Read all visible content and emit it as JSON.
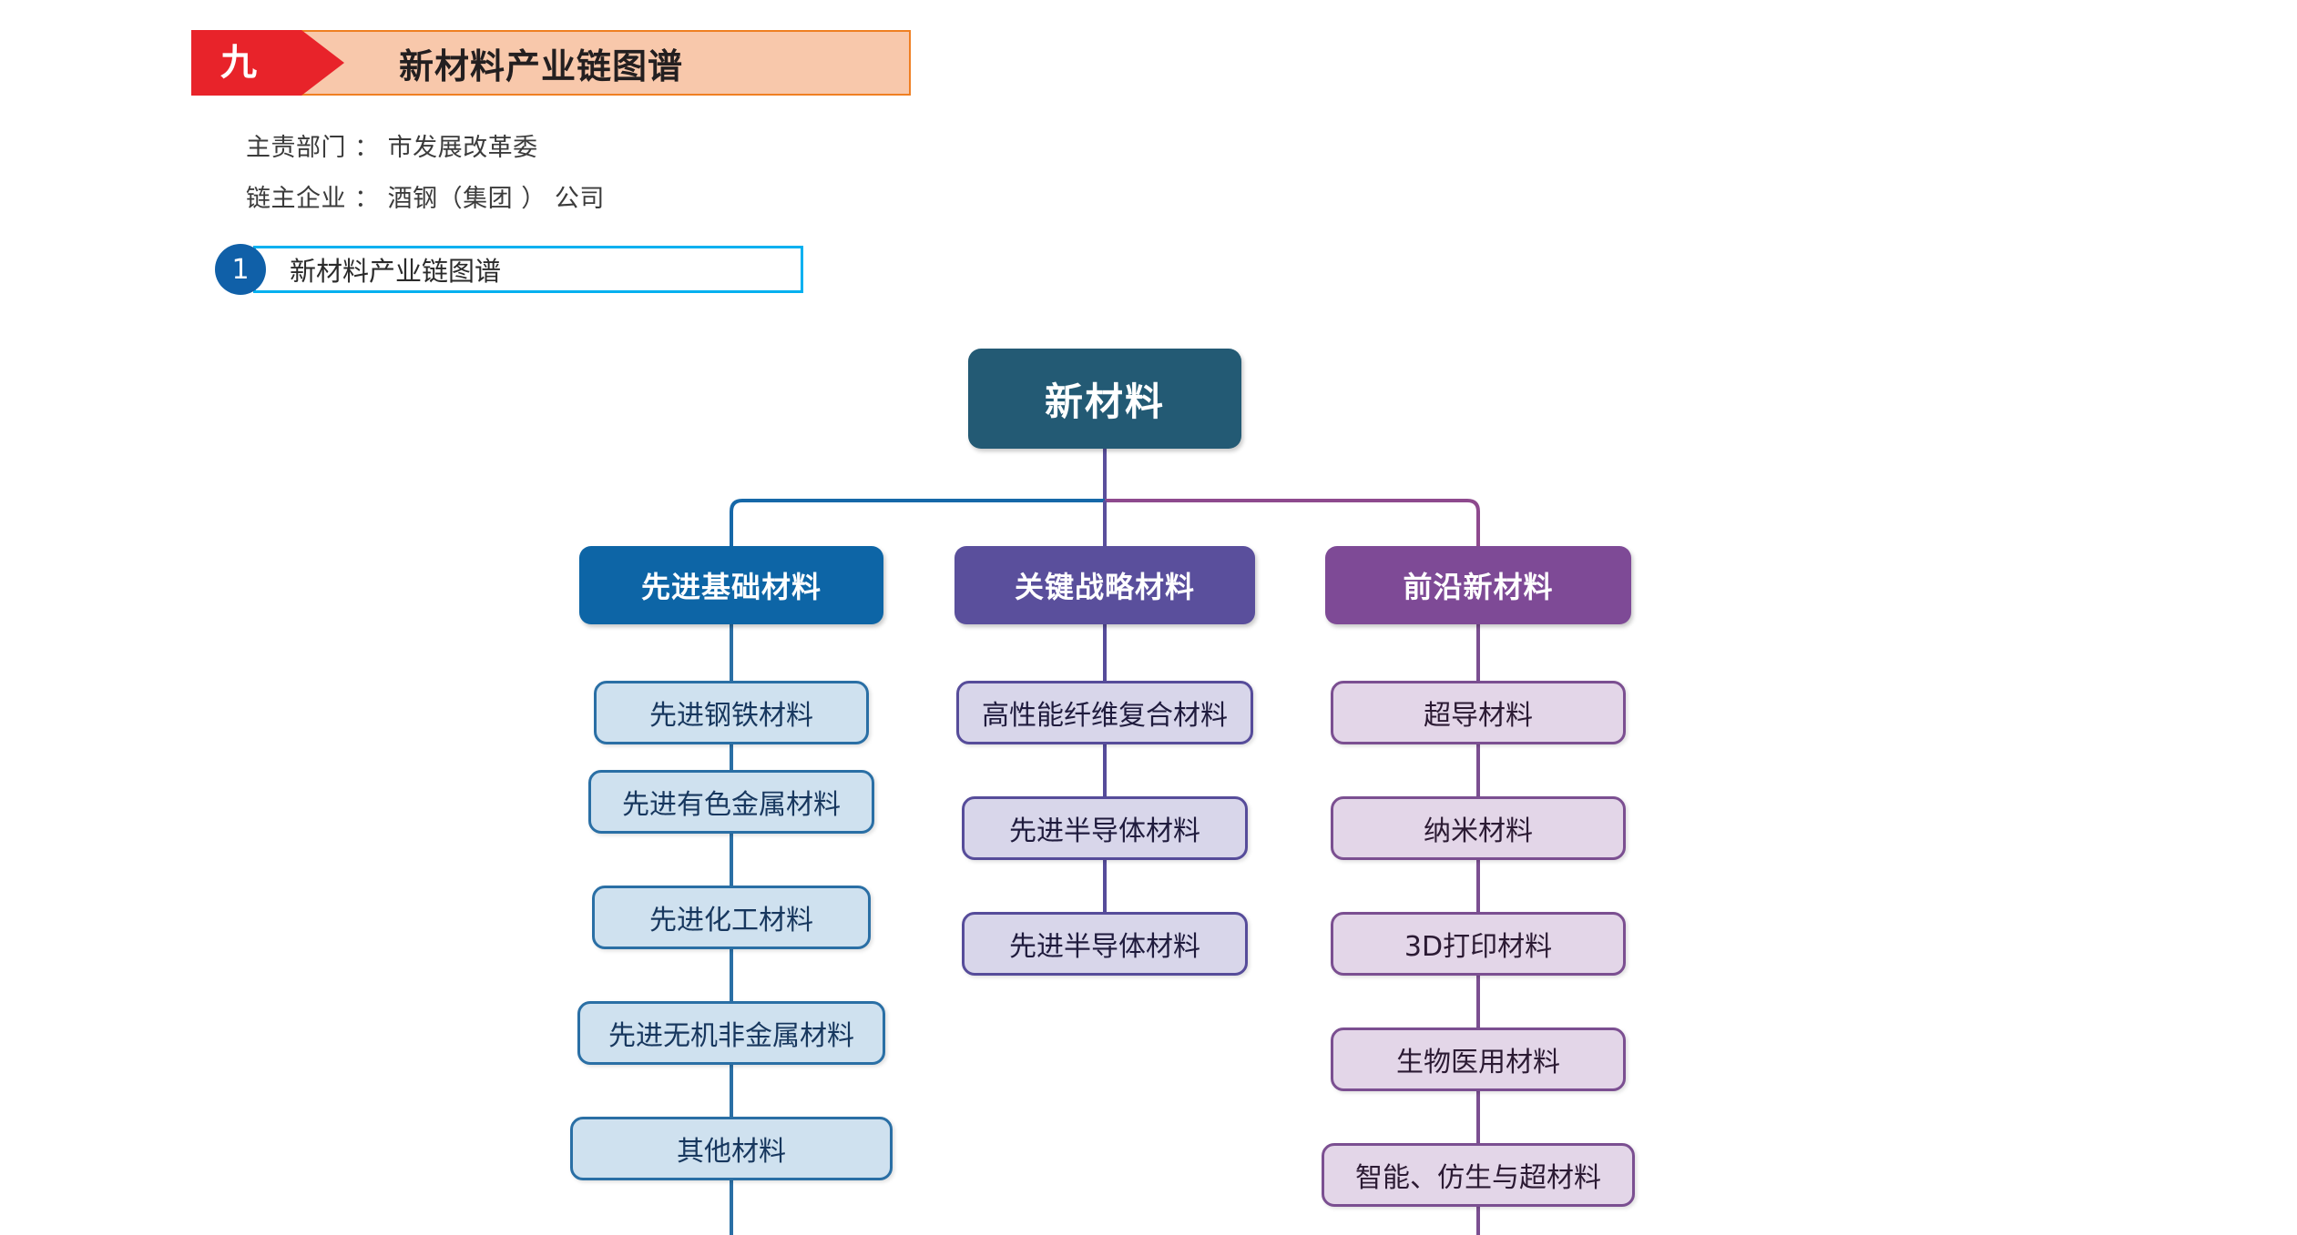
{
  "banner": {
    "chevron_label": "九",
    "title": "新材料产业链图谱",
    "chevron_color": "#e8232a",
    "background_color": "#f8c8ab",
    "border_color": "#ef7f22"
  },
  "meta": [
    "主责部门 ： 市发展改革委",
    "链主企业 ： 酒钢（集团 ） 公司"
  ],
  "section": {
    "number": "1",
    "title": "新材料产业链图谱",
    "badge_color": "#1060a8",
    "border_color": "#00b0f0"
  },
  "diagram": {
    "root": {
      "label": "新材料",
      "color": "#235a74"
    },
    "columns": [
      {
        "header": "先进基础材料",
        "header_color": "#0d65a6",
        "child_fill": "#cfe1ef",
        "child_border": "#2a6fa5",
        "children": [
          "先进钢铁材料",
          "先进有色金属材料",
          "先进化工材料",
          "先进无机非金属材料",
          "其他材料"
        ]
      },
      {
        "header": "关键战略材料",
        "header_color": "#5a4f9c",
        "child_fill": "#d8d6ea",
        "child_border": "#564c9a",
        "children": [
          "高性能纤维复合材料",
          "先进半导体材料",
          "先进半导体材料"
        ]
      },
      {
        "header": "前沿新材料",
        "header_color": "#7e4a96",
        "child_fill": "#e3d6e8",
        "child_border": "#7b4f91",
        "children": [
          "超导材料",
          "纳米材料",
          "3D打印材料",
          "生物医用材料",
          "智能、仿生与超材料"
        ]
      }
    ]
  }
}
